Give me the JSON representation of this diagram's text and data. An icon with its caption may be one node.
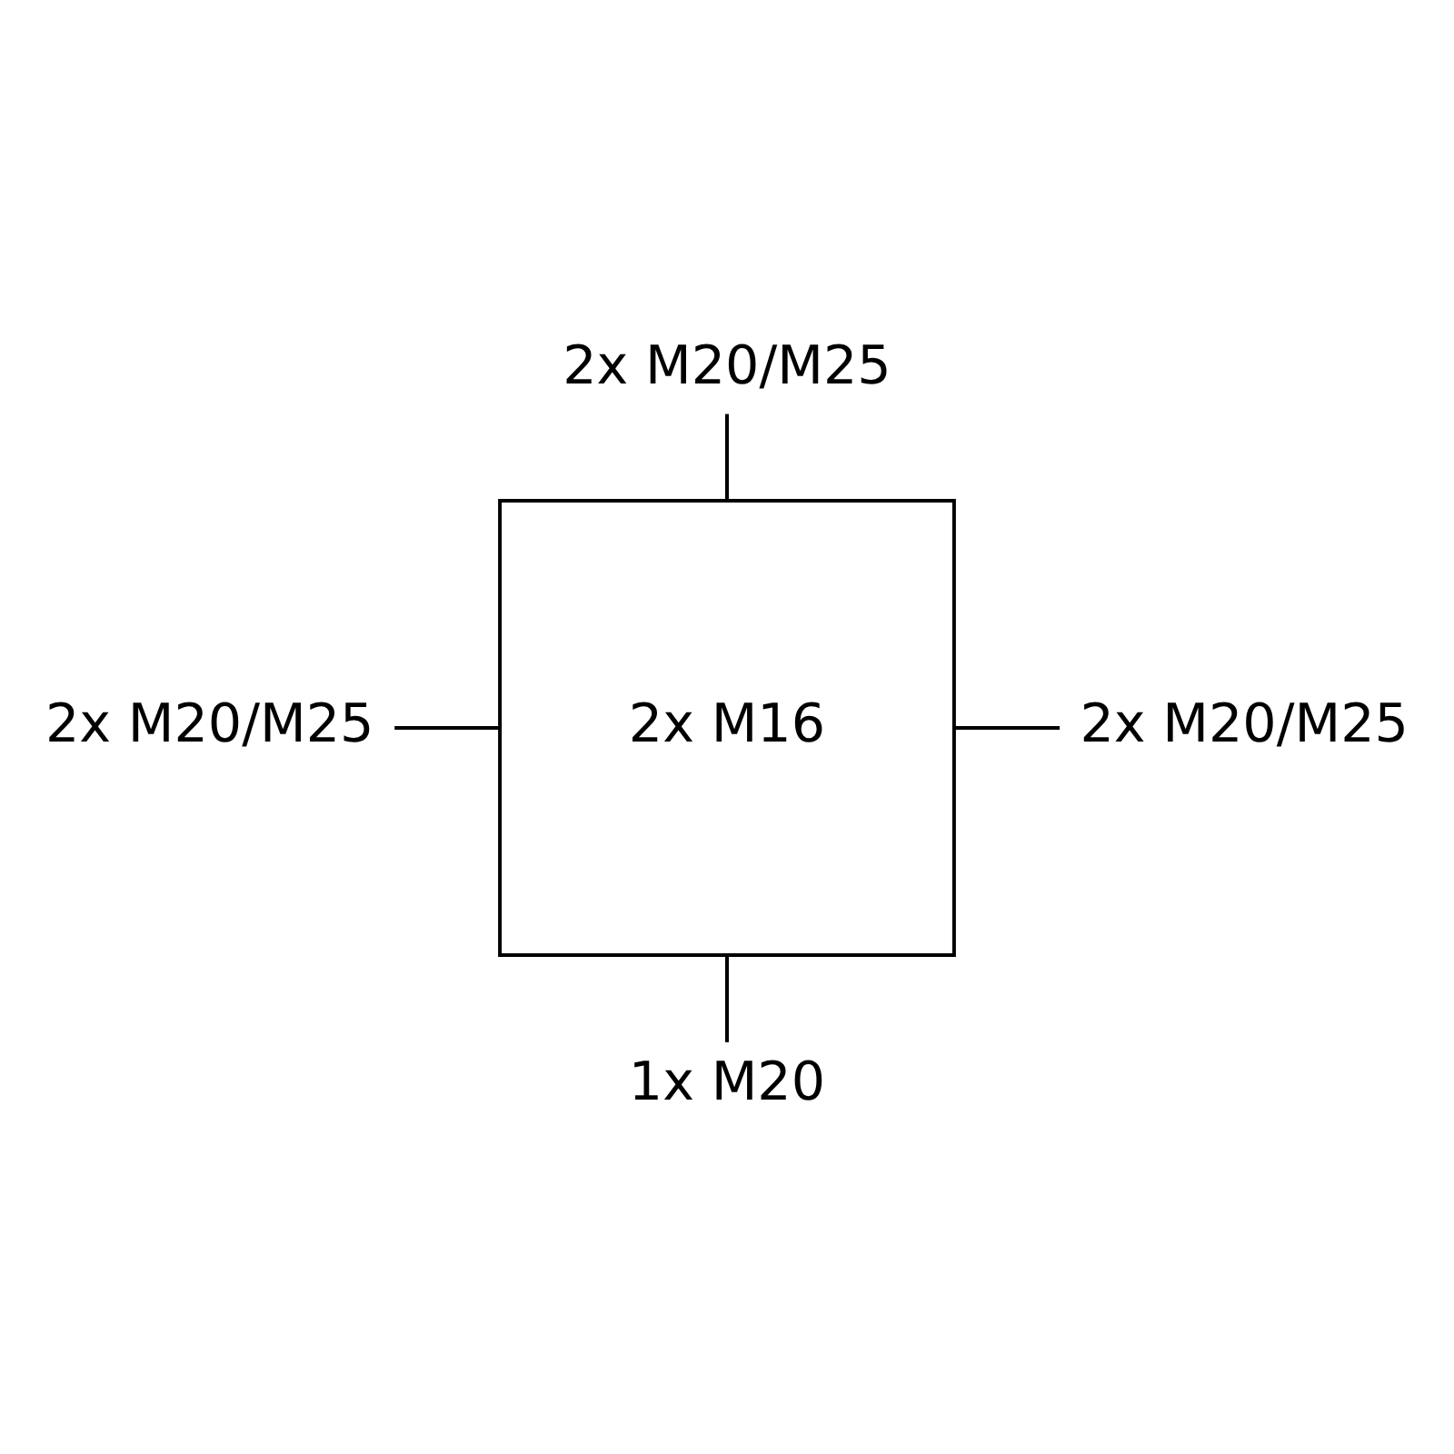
{
  "diagram": {
    "nodes": [
      {
        "text": [
          "2x M20/M25"
        ]
      },
      {
        "text": [
          "2x M20/M25"
        ]
      },
      {
        "text": [
          "2x M16"
        ]
      },
      {
        "text": [
          "2x M20/M25"
        ]
      },
      {
        "text": [
          "1x M20"
        ]
      }
    ],
    "edges": [
      {
        "from": 0,
        "to": 2,
        "arrow": "none"
      },
      {
        "from": 1,
        "to": 2,
        "arrow": "none"
      },
      {
        "from": 2,
        "to": 3,
        "arrow": "none"
      },
      {
        "from": 2,
        "to": 4,
        "arrow": "none"
      }
    ]
  }
}
